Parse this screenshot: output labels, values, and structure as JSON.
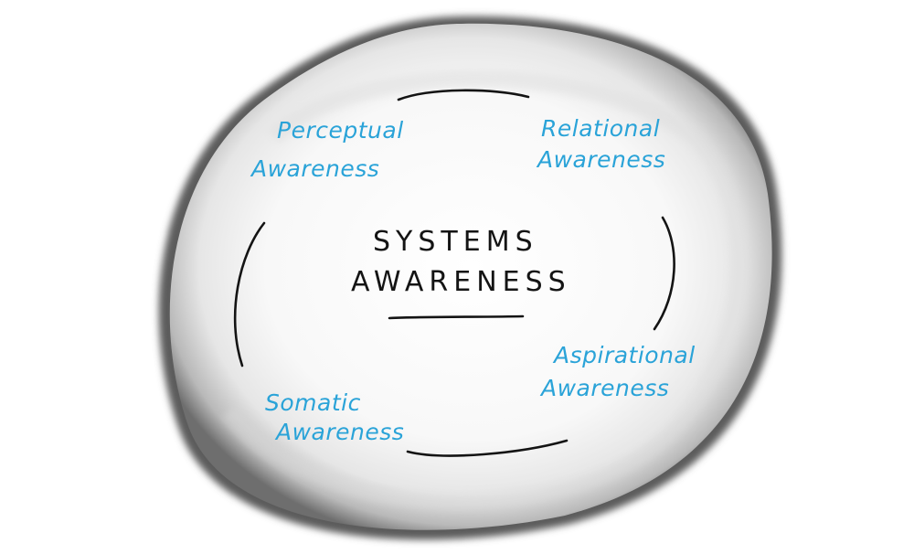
{
  "diagram": {
    "center": {
      "line1": "SYSTEMS",
      "line2": "AWARENESS"
    },
    "nodes": [
      {
        "id": "perceptual",
        "line1": "Perceptual",
        "line2": "Awareness"
      },
      {
        "id": "relational",
        "line1": "Relational",
        "line2": "Awareness"
      },
      {
        "id": "aspirational",
        "line1": "Aspirational",
        "line2": "Awareness"
      },
      {
        "id": "somatic",
        "line1": "Somatic",
        "line2": "Awareness"
      }
    ]
  },
  "colors": {
    "label": "#2aa3d8",
    "ink": "#141414",
    "board_fill": "#f3f3f3",
    "board_edge": "#5a5a5a"
  }
}
